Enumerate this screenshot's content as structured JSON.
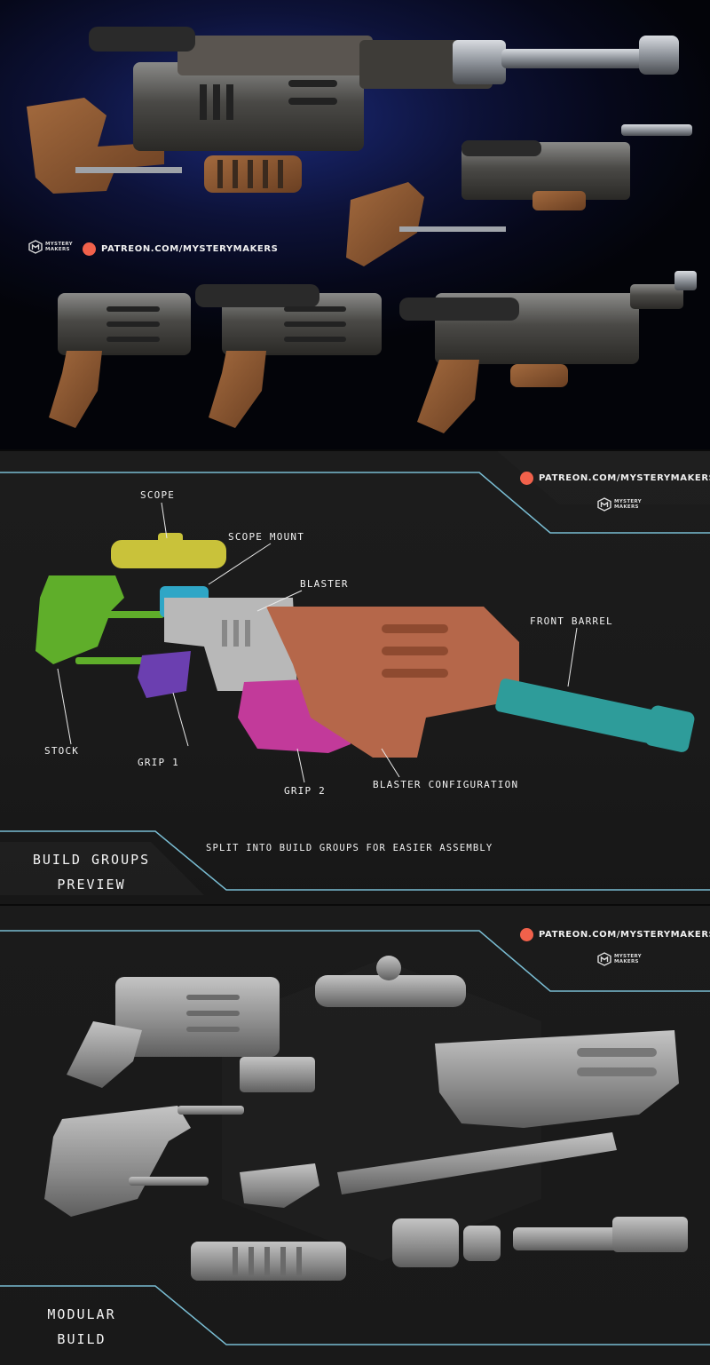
{
  "watermark": {
    "patreon_url": "PATREON.COM/MYSTERYMAKERS",
    "logo_line1": "MYSTERY",
    "logo_line2": "MAKERS",
    "patreon_color": "#f1614b"
  },
  "build_groups": {
    "title_line1": "BUILD GROUPS",
    "title_line2": "PREVIEW",
    "subtitle": "SPLIT INTO BUILD GROUPS FOR EASIER ASSEMBLY",
    "callouts": {
      "scope": "SCOPE",
      "scope_mount": "SCOPE MOUNT",
      "blaster": "BLASTER",
      "front_barrel": "FRONT BARREL",
      "stock": "STOCK",
      "grip1": "GRIP 1",
      "grip2": "GRIP 2",
      "blaster_configuration": "BLASTER CONFIGURATION"
    },
    "part_colors": {
      "scope": "#c9c23a",
      "scope_mount": "#2fa6c6",
      "blaster": "#b8b8b8",
      "front_barrel": "#2e9c9a",
      "stock": "#5fae2a",
      "grip1": "#6b3fb0",
      "grip2": "#c23a9a",
      "blaster_configuration": "#b5674a"
    }
  },
  "modular": {
    "title_line1": "MODULAR",
    "title_line2": "BUILD"
  }
}
